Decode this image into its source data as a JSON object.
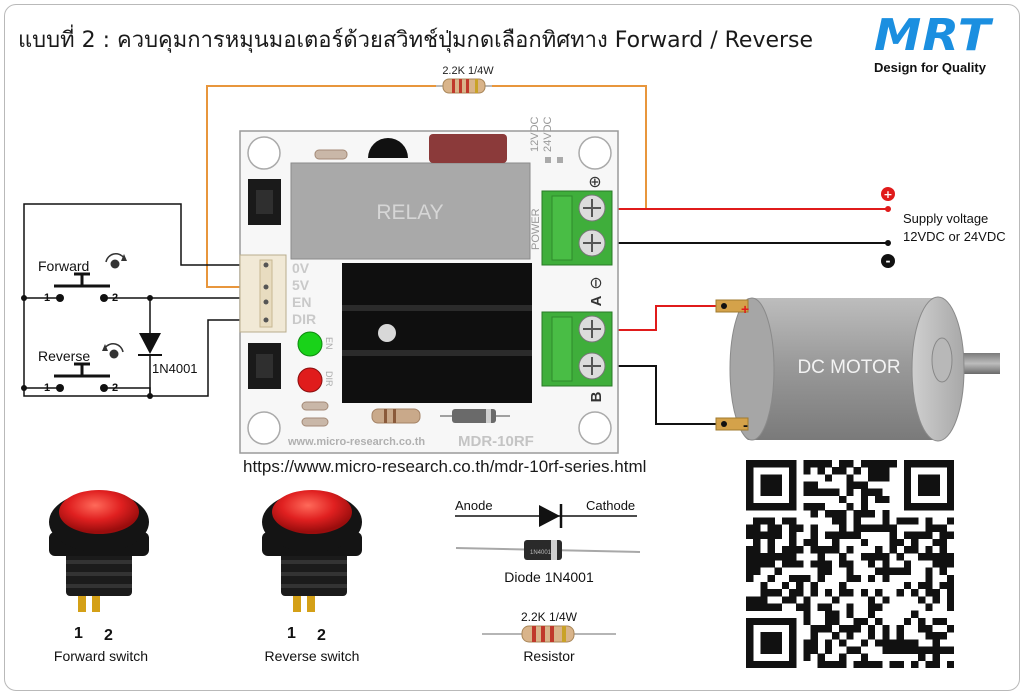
{
  "title": "แบบที่ 2 : ควบคุมการหมุนมอเตอร์ด้วยสวิทช์ปุ่มกดเลือกทิศทาง Forward / Reverse",
  "logo": {
    "text": "MRT",
    "tagline": "Design for Quality",
    "color": "#1b8fe0"
  },
  "resistor_top_label": "2.2K 1/4W",
  "board": {
    "relay_label": "RELAY",
    "voltage_labels": [
      "12VDC",
      "24VDC"
    ],
    "power_label": "POWER",
    "plus_symbol": "⊕",
    "minus_symbol": "⊖",
    "terminal_a": "A",
    "terminal_b": "B",
    "pins": [
      "0V",
      "5V",
      "EN",
      "DIR"
    ],
    "led_en": "EN",
    "led_dir": "DIR",
    "website": "www.micro-research.co.th",
    "model": "MDR-10RF"
  },
  "switches": {
    "forward_label": "Forward",
    "reverse_label": "Reverse",
    "pin1": "1",
    "pin2": "2",
    "diode_label": "1N4001"
  },
  "supply": {
    "line1": "Supply voltage",
    "line2": "12VDC or 24VDC",
    "plus": "+",
    "minus": "-"
  },
  "motor": {
    "label": "DC MOTOR",
    "plus": "+",
    "minus": "-"
  },
  "url": "https://www.micro-research.co.th/mdr-10rf-series.html",
  "parts": {
    "forward_switch_caption": "Forward switch",
    "reverse_switch_caption": "Reverse switch",
    "anode": "Anode",
    "cathode": "Cathode",
    "diode_caption": "Diode 1N4001",
    "diode_body_text": "1N4001",
    "resistor_value": "2.2K 1/4W",
    "resistor_caption": "Resistor"
  },
  "colors": {
    "wire_orange": "#e8963c",
    "wire_red": "#e01b1b",
    "wire_black": "#111111",
    "terminal_green": "#3fae3b",
    "button_red": "#e02020",
    "led_green": "#19d219",
    "led_red": "#e01c1c"
  }
}
